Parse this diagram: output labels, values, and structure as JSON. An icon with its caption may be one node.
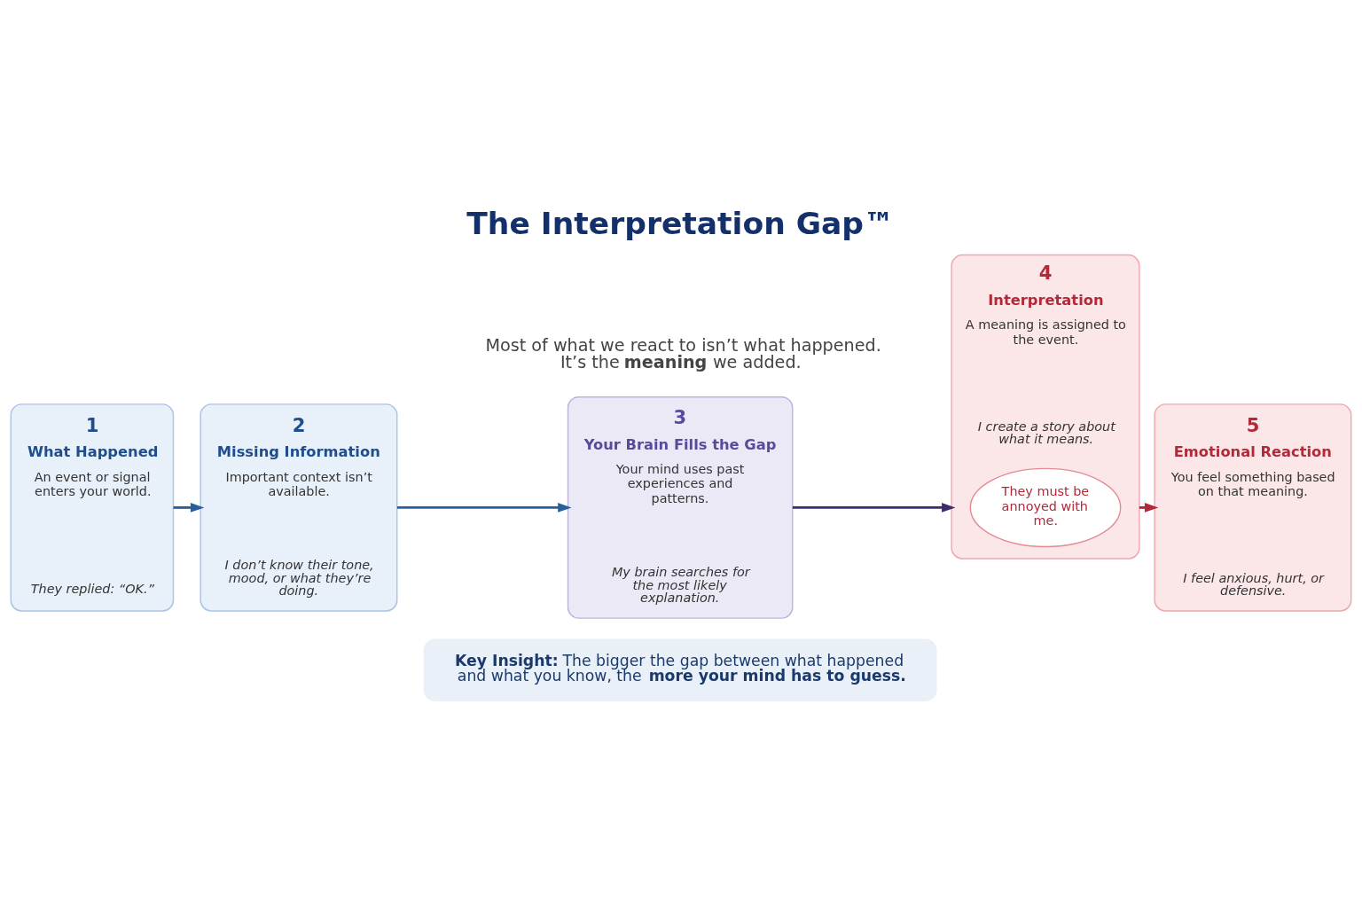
{
  "diagram": {
    "title": "The Interpretation Gap™",
    "nodes": [
      {
        "text": [
          "1",
          "What Happened",
          "An event or signal enters your world.",
          "They replied: “OK.”"
        ]
      },
      {
        "text": [
          "2",
          "Missing Information",
          "Important context isn’t available.",
          "I don’t know their tone, mood, or what they’re doing."
        ]
      },
      {
        "text": [
          "3",
          "Your Brain Fills the Gap",
          "Your mind uses past experiences and patterns.",
          "My brain searches for the most likely explanation."
        ]
      },
      {
        "text": [
          "4",
          "Interpretation",
          "A meaning is assigned to the event.",
          "I create a story about what it means."
        ]
      },
      {
        "text": [
          "They must be annoyed with me."
        ],
        "in": 3
      },
      {
        "text": [
          "5",
          "Emotional Reaction",
          "You feel something based on that meaning.",
          "I feel anxious, hurt, or defensive."
        ]
      },
      {
        "text": [
          "**Key Insight:** The bigger the gap between what happened and what you know, the **more your mind has to guess.**"
        ]
      }
    ],
    "edges": [
      {
        "from": 0,
        "to": 1,
        "arrow": "to"
      },
      {
        "from": 1,
        "to": 2,
        "arrow": "to"
      },
      {
        "from": 2,
        "to": 3,
        "arrow": "to",
        "color": "#3d2e6b"
      },
      {
        "from": 3,
        "to": 5,
        "arrow": "to",
        "color": "#b22a3a"
      }
    ],
    "labels": [
      "Most of what we react to isn’t what happened. It’s the **meaning** we added."
    ]
  }
}
